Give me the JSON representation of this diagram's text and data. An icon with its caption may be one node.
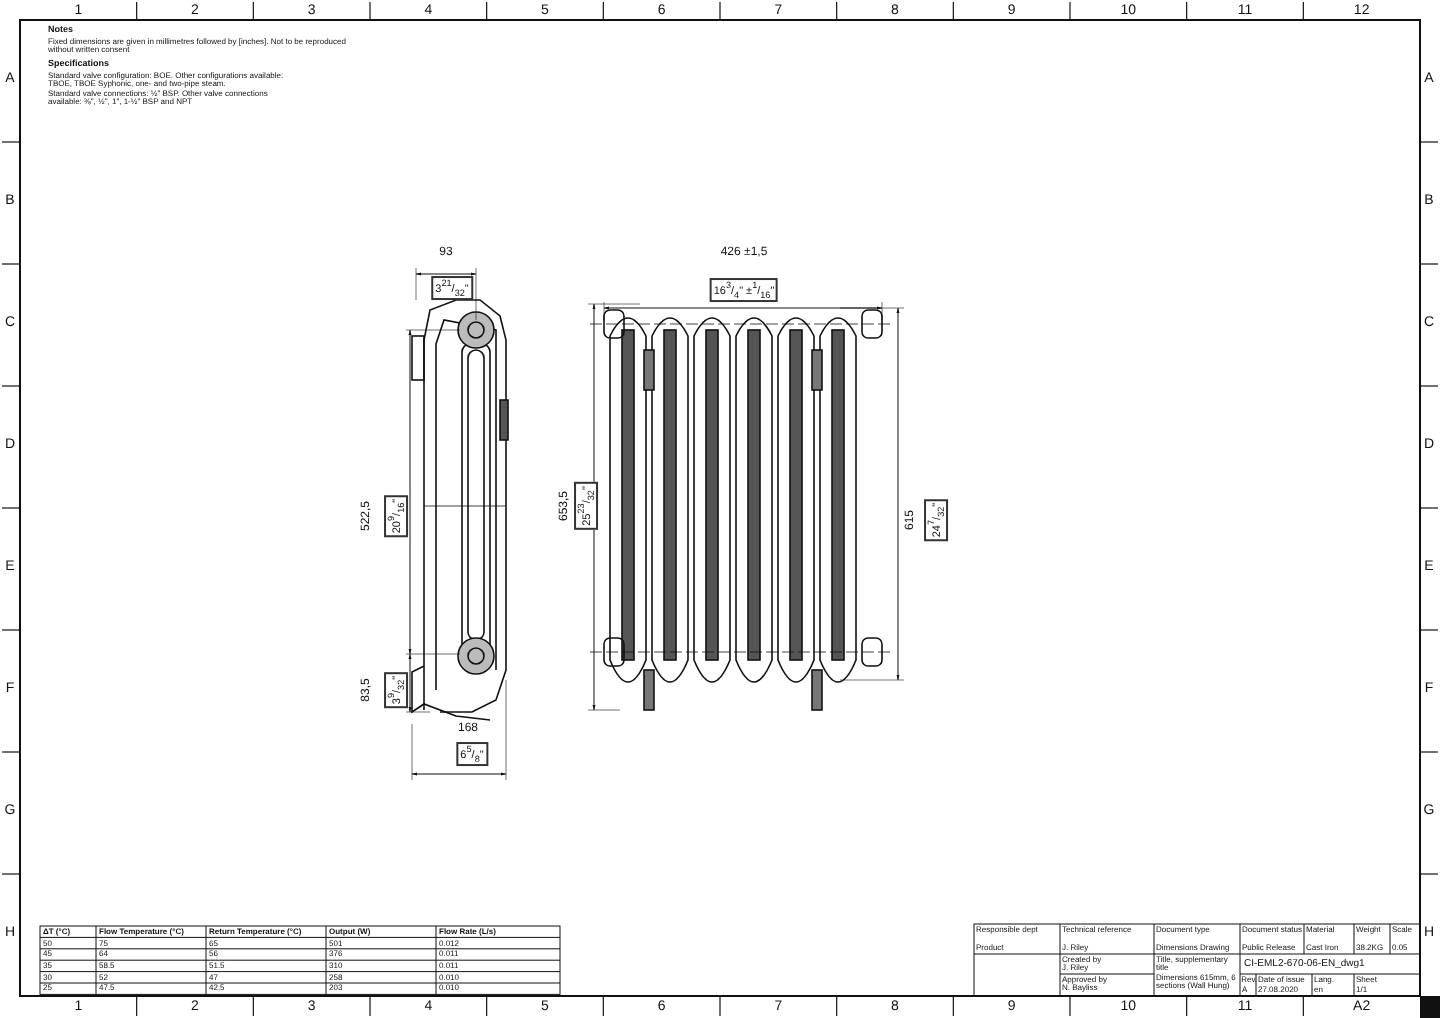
{
  "diagram": {
    "labels": [
      "1",
      "2",
      "3",
      "4",
      "5",
      "6",
      "7",
      "8",
      "9",
      "10",
      "11",
      "12",
      "A",
      "B",
      "C",
      "D",
      "E",
      "F",
      "G",
      "H",
      "A",
      "B",
      "C",
      "D",
      "E",
      "F",
      "G",
      "H",
      "Notes",
      "Fixed dimensions are given in millimetres followed by [inches]. Not to be reproduced without written consent",
      "Specifications",
      "Standard valve configuration: BOE. Other configurations available: TBOE, TBOE Syphonic, one- and two-pipe steam.",
      "Standard valve connections: ½\" BSP. Other valve connections available: ⅜\", ½\", 1\", 1-½\" BSP and NPT",
      "93",
      "3$^{21}$/$_{32}$\"",
      "522,5",
      "20$^{9}$/$_{16}$\"",
      "83,5",
      "3$^{9}$/$_{32}$\"",
      "168",
      "6$^{5}$/$_{8}$\"",
      "426 ±1,5",
      "16$^{3}$/$_{4}$\" ±$^{1}$/$_{16}$\"",
      "653,5",
      "25$^{23}$/$_{32}$\"",
      "615",
      "24$^{7}$/$_{32}$\"",
      "ΔT (°C)",
      "Flow Temperature (°C)",
      "Return Temperature (°C)",
      "Output (W)",
      "Flow Rate (L/s)",
      "50",
      "75",
      "65",
      "501",
      "0.012",
      "45",
      "64",
      "56",
      "376",
      "0.011",
      "35",
      "58.5",
      "51.5",
      "310",
      "0.011",
      "30",
      "52",
      "47",
      "258",
      "0.010",
      "25",
      "47.5",
      "42.5",
      "203",
      "0.010",
      "Responsible dept",
      "Product",
      "Technical reference",
      "J. Riley",
      "Document type",
      "Dimensions Drawing",
      "Document status",
      "Public Release",
      "Material",
      "Cast Iron",
      "Weight",
      "38.2KG",
      "Scale",
      "0.05",
      "Created by",
      "J. Riley",
      "Title, supplementary title",
      "Dimensions 615mm, 6 sections (Wall Hung)",
      "CI-EML2-670-06-EN_dwg1",
      "Approved by",
      "N. Bayliss",
      "Rev.",
      "A",
      "Date of issue",
      "27.08.2020",
      "Lang.",
      "en",
      "Sheet",
      "1/1",
      "1",
      "2",
      "3",
      "4",
      "5",
      "6",
      "7",
      "8",
      "9",
      "10",
      "11",
      "A2"
    ]
  }
}
